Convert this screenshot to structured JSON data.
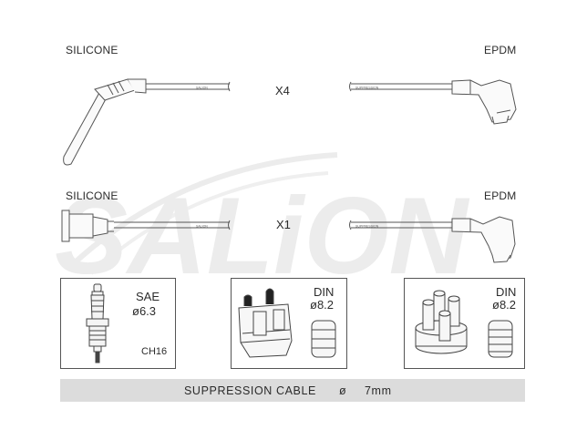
{
  "watermark": {
    "text": "SALiON"
  },
  "rows": [
    {
      "left_material": "SILICONE",
      "right_material": "EPDM",
      "quantity": "X4"
    },
    {
      "left_material": "SILICONE",
      "right_material": "EPDM",
      "quantity": "X1"
    }
  ],
  "terminals": [
    {
      "standard": "SAE",
      "size": "ø6.3",
      "code": "CH16"
    },
    {
      "standard": "DIN",
      "size": "ø8.2"
    },
    {
      "standard": "DIN",
      "size": "ø8.2"
    }
  ],
  "cable": {
    "label": "SUPPRESSION CABLE",
    "diameter_symbol": "ø",
    "diameter": "7mm"
  },
  "colors": {
    "line": "#555555",
    "footer_bg": "#dcdcdc",
    "watermark": "#e9e9e9"
  }
}
